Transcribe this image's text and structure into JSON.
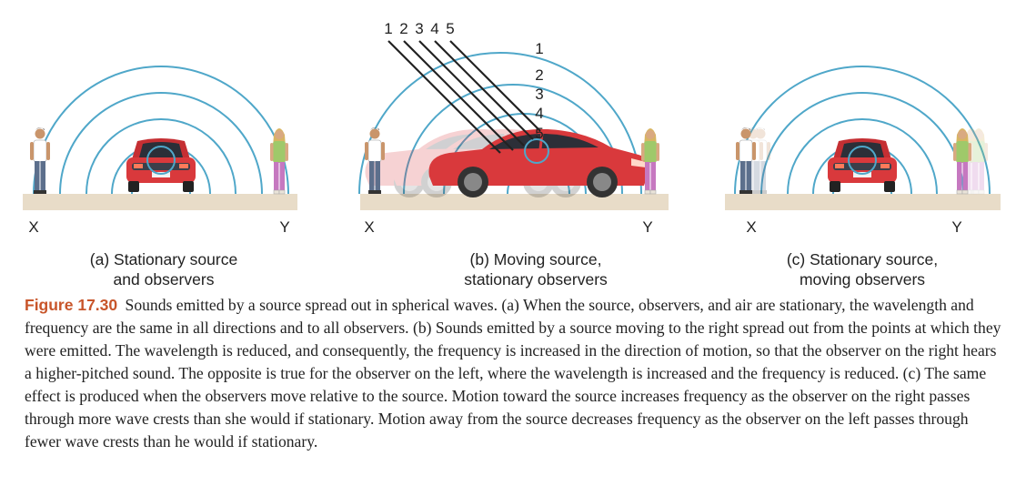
{
  "panels": [
    {
      "caption": "(a) Stationary source\nand observers",
      "left_label": "X",
      "right_label": "Y"
    },
    {
      "caption": "(b) Moving source,\nstationary observers",
      "left_label": "X",
      "right_label": "Y",
      "wavefront_numbers_top": [
        "1",
        "2",
        "3",
        "4",
        "5"
      ],
      "wavefront_numbers_side": [
        "1",
        "2",
        "3",
        "4",
        "5"
      ]
    },
    {
      "caption": "(c) Stationary source,\nmoving observers",
      "left_label": "X",
      "right_label": "Y"
    }
  ],
  "figure_caption": {
    "label": "Figure 17.30",
    "text": "Sounds emitted by a source spread out in spherical waves. (a) When the source, observers, and air are stationary, the wavelength and frequency are the same in all directions and to all observers. (b) Sounds emitted by a source moving to the right spread out from the points at which they were emitted. The wavelength is reduced, and consequently, the frequency is increased in the direction of motion, so that the observer on the right hears a higher-pitched sound. The opposite is true for the observer on the left, where the wavelength is increased and the frequency is reduced. (c) The same effect is produced when the observers move relative to the source. Motion toward the source increases frequency as the observer on the right passes through more wave crests than she would if stationary. Motion away from the source decreases frequency as the observer on the left passes through fewer wave crests than he would if stationary."
  },
  "colors": {
    "wave": "#4fa7c9",
    "ground": "#e8dcc8",
    "car_red": "#d9393c",
    "man_shirt": "#ffffff",
    "man_pants": "#5c6f8c",
    "woman_top": "#9fc96a",
    "woman_pants": "#c678c0"
  }
}
